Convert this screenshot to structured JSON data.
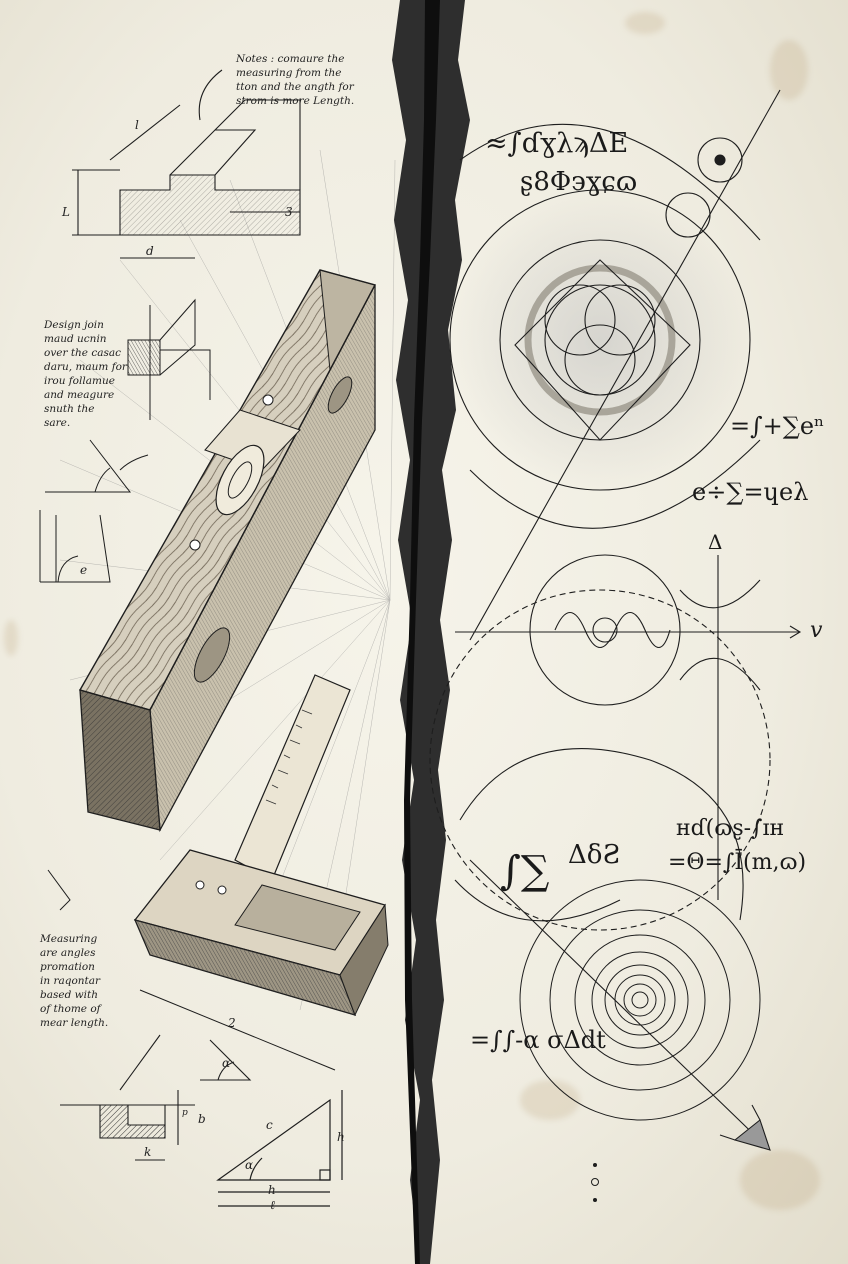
{
  "left_page": {
    "notes": {
      "top_note": "Notes : comaure the\nmeasuring from the\ntton and the angth for\nstrom is more Length.",
      "side_note": "Design join\nmaud ucnin\nover the casac\ndaru, maum for\nirou follamue\nand meagure\nsnuth the\nsare.",
      "bottom_note": "Measuring\nare angles\npromation\nin raqontar\nbased with\nof thome of\nmear length."
    },
    "dimension_labels": {
      "joint_length": "l",
      "joint_height": "L",
      "joint_depth": "d",
      "joint_side": "3",
      "angle_e": "e",
      "level_length": "2",
      "square_alpha": "α",
      "triangle_c": "c",
      "triangle_h": "h",
      "triangle_alpha": "α",
      "triangle_base_h": "h",
      "triangle_base_l": "ℓ",
      "step_b": "b",
      "step_p": "p",
      "step_k": "k"
    }
  },
  "right_page": {
    "formulas": {
      "f1": "≈∫ɗɣλϡΔΕ",
      "f2": "ʂ8Φ϶ɣɕɷ",
      "f3": "=∫+∑eⁿ",
      "f4": "e÷∑=ɥeλ",
      "f5": "ʜɗ(ɷʂ-∫ɪʜ",
      "f6": "=Θ=∫Ī(m,ɷ)",
      "f7": "ΔδƧ",
      "f8": "∫∑",
      "f9": "=∫∫-α σΔdt"
    },
    "axis_labels": {
      "vertical": "Δ",
      "horizontal": "v"
    }
  },
  "colors": {
    "paper": "#f3f0e5",
    "ink": "#1e1e1e",
    "tear": "#2b2b2b"
  }
}
